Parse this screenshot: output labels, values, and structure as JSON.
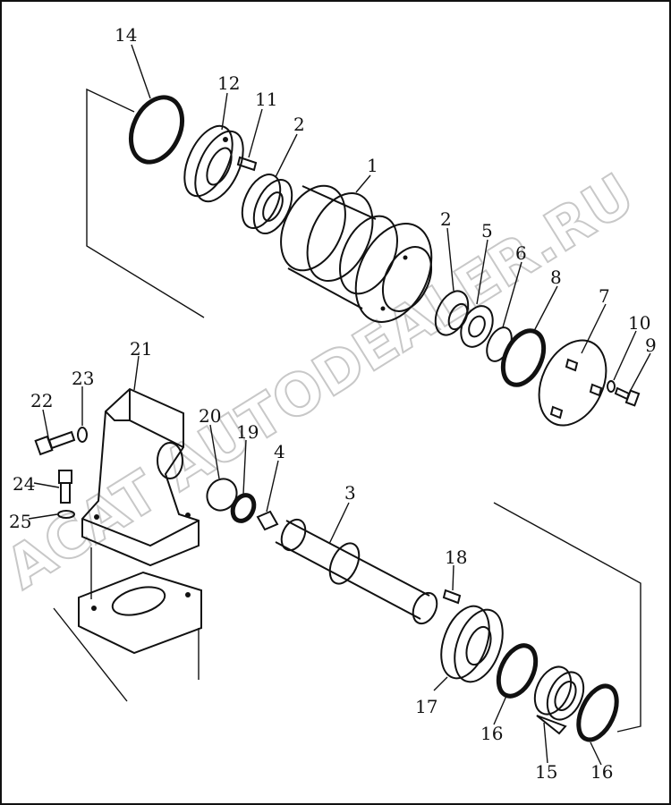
{
  "watermark": "ACAT AUTODEALER.RU",
  "callouts": {
    "c1": "1",
    "c2a": "2",
    "c2b": "2",
    "c3": "3",
    "c4": "4",
    "c5": "5",
    "c6": "6",
    "c7": "7",
    "c8": "8",
    "c9": "9",
    "c10": "10",
    "c11": "11",
    "c12": "12",
    "c14": "14",
    "c15": "15",
    "c16a": "16",
    "c16b": "16",
    "c17": "17",
    "c18": "18",
    "c19": "19",
    "c20": "20",
    "c21": "21",
    "c22": "22",
    "c23": "23",
    "c24": "24",
    "c25": "25"
  }
}
